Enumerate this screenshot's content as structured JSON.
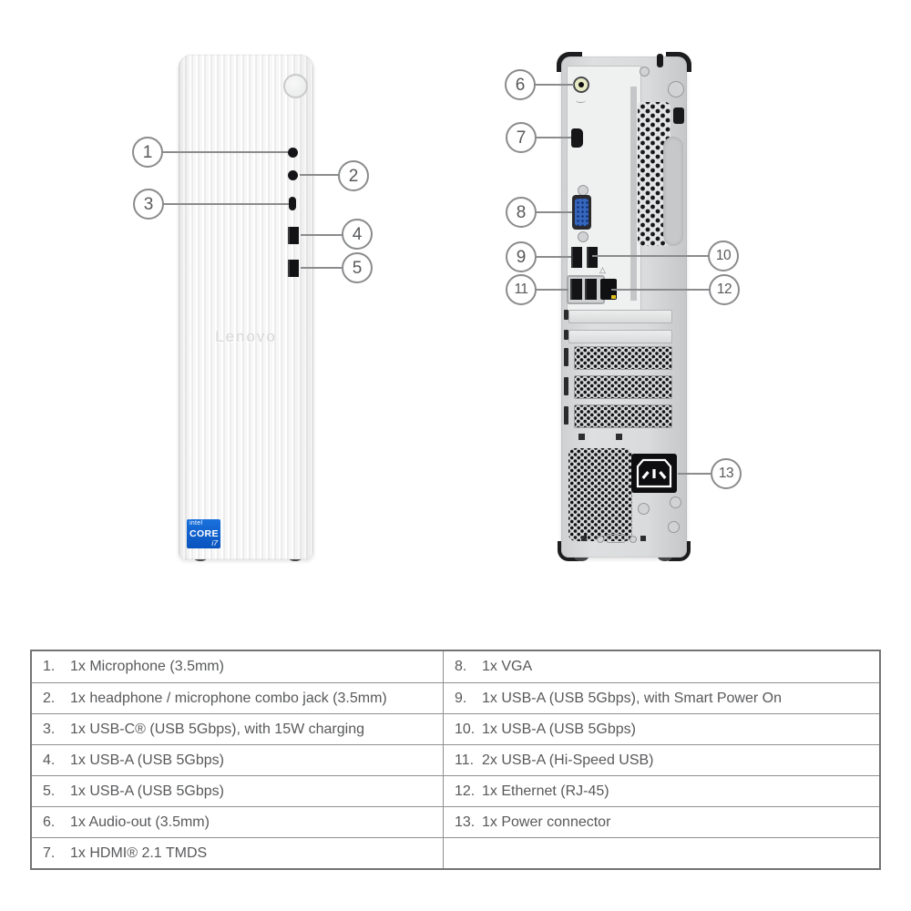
{
  "front_view": {
    "logo": "Lenovo",
    "badge": {
      "brand": "intel",
      "line1": "CORE",
      "line2": "i7"
    }
  },
  "callouts": {
    "front": [
      {
        "n": "1"
      },
      {
        "n": "2"
      },
      {
        "n": "3"
      },
      {
        "n": "4"
      },
      {
        "n": "5"
      }
    ],
    "back": [
      {
        "n": "6"
      },
      {
        "n": "7"
      },
      {
        "n": "8"
      },
      {
        "n": "9"
      },
      {
        "n": "10"
      },
      {
        "n": "11"
      },
      {
        "n": "12"
      },
      {
        "n": "13"
      }
    ]
  },
  "table": {
    "left_rows": [
      {
        "num": "1.",
        "text": "1x Microphone (3.5mm)"
      },
      {
        "num": "2.",
        "text": "1x headphone / microphone combo jack (3.5mm)"
      },
      {
        "num": "3.",
        "text": "1x USB-C® (USB 5Gbps), with 15W charging"
      },
      {
        "num": "4.",
        "text": "1x USB-A (USB 5Gbps)"
      },
      {
        "num": "5.",
        "text": "1x USB-A (USB 5Gbps)"
      },
      {
        "num": "6.",
        "text": "1x Audio-out (3.5mm)"
      },
      {
        "num": "7.",
        "text": "1x HDMI® 2.1 TMDS"
      }
    ],
    "right_rows": [
      {
        "num": "8.",
        "text": "1x VGA"
      },
      {
        "num": "9.",
        "text": "1x USB-A (USB 5Gbps), with Smart Power On"
      },
      {
        "num": "10.",
        "text": "1x USB-A (USB 5Gbps)"
      },
      {
        "num": "11.",
        "text": "2x USB-A (Hi-Speed USB)"
      },
      {
        "num": "12.",
        "text": "1x Ethernet (RJ-45)"
      },
      {
        "num": "13.",
        "text": "1x Power connector"
      },
      {
        "num": "",
        "text": ""
      }
    ]
  },
  "colors": {
    "callout_gray": "#8a8b8d",
    "table_text": "#58595b",
    "intel_badge_blue": "#0c5ec9",
    "vga_blue": "#3566bd",
    "ethernet_led_yellow": "#e2c01c",
    "audio_out_ring": "#e8ecc4"
  }
}
